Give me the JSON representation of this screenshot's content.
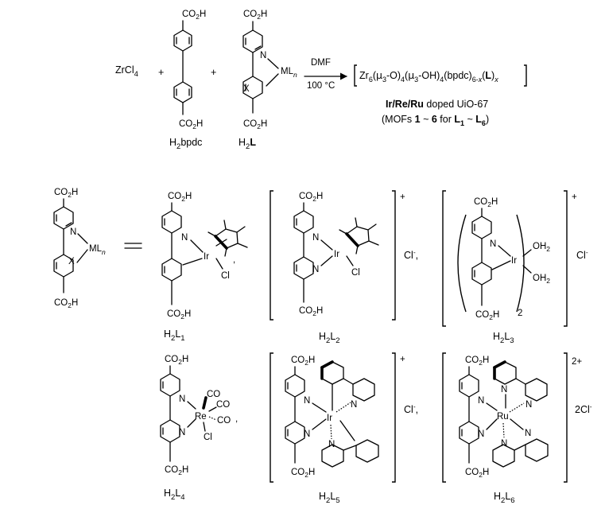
{
  "scheme": {
    "reactant_zr": "ZrCl",
    "reactant_zr_sub": "4",
    "plus": "+",
    "linker_formula": [
      "H",
      "2",
      "bpdc"
    ],
    "ligand_formula": [
      "H",
      "2",
      "L"
    ],
    "ml_n": [
      "ML",
      "n"
    ],
    "x_atom": "X",
    "n_atom": "N",
    "co2h": [
      "CO",
      "2",
      "H"
    ],
    "solvent": "DMF",
    "temperature": "100 °C",
    "product": "Zr6(μ3-O)4(μ3-OH)4(bpdc)6-x(L)x",
    "product_caption_bold": "Ir/Re/Ru",
    "product_caption_rest": " doped UiO-67",
    "product_caption2": "(MOFs 1 ~ 6 for L1 ~ L6)"
  },
  "complexes": [
    {
      "id": "L1",
      "label": "H2L1",
      "metal": "Ir",
      "ligands": [
        "Cl"
      ],
      "charge": "",
      "counterion": ""
    },
    {
      "id": "L2",
      "label": "H2L2",
      "metal": "Ir",
      "ligands": [
        "Cl"
      ],
      "charge": "+",
      "counterion": "Cl-"
    },
    {
      "id": "L3",
      "label": "H2L3",
      "metal": "Ir",
      "ligands": [
        "OH2",
        "OH2"
      ],
      "charge": "+",
      "counterion": "Cl-",
      "multiplier": "2"
    },
    {
      "id": "L4",
      "label": "H2L4",
      "metal": "Re",
      "ligands": [
        "CO",
        "CO",
        "CO",
        "Cl"
      ],
      "charge": "",
      "counterion": ""
    },
    {
      "id": "L5",
      "label": "H2L5",
      "metal": "Ir",
      "ligands": [],
      "charge": "+",
      "counterion": "Cl-"
    },
    {
      "id": "L6",
      "label": "H2L6",
      "metal": "Ru",
      "ligands": [],
      "charge": "2+",
      "counterion": "2Cl-"
    }
  ],
  "equals": "="
}
